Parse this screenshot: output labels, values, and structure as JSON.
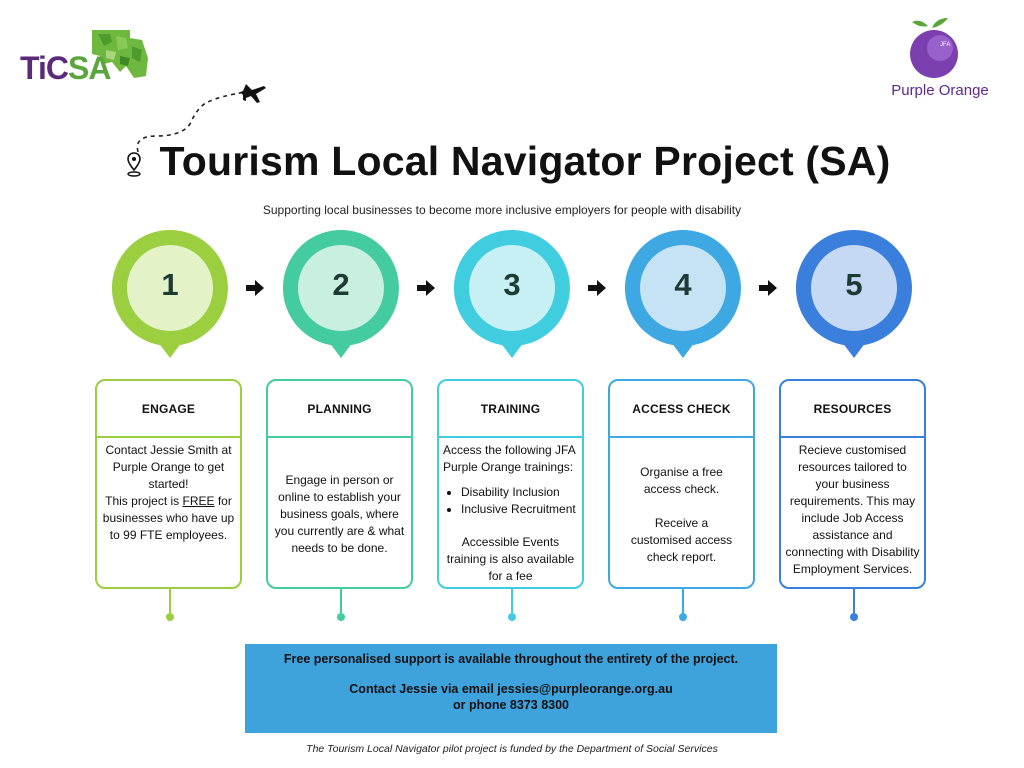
{
  "logos": {
    "ticsa": "TiCSA",
    "purple_orange": "Purple Orange",
    "jfa": "JFA"
  },
  "title": "Tourism Local Navigator Project (SA)",
  "subtitle": "Supporting local businesses to become more inclusive employers for people with disability",
  "steps": [
    {
      "number": "1",
      "heading": "ENGAGE",
      "color": "#9ccf3f",
      "inner": "#e3f3c7",
      "body_lines": [
        "Contact Jessie Smith at Purple Orange to get started!"
      ],
      "body_pre": "This project is ",
      "body_underline": "FREE",
      "body_post": " for businesses who have up to 99 FTE employees."
    },
    {
      "number": "2",
      "heading": "PLANNING",
      "color": "#45cba0",
      "inner": "#c9efe1",
      "body": "Engage in person or online to establish your business goals, where you currently are & what needs to be done."
    },
    {
      "number": "3",
      "heading": "TRAINING",
      "color": "#40cde0",
      "inner": "#c7f0f4",
      "intro": "Access the following JFA Purple Orange trainings:",
      "bullets": [
        "Disability Inclusion",
        "Inclusive Recruitment"
      ],
      "outro": "Accessible Events training is also available for a fee"
    },
    {
      "number": "4",
      "heading": "ACCESS CHECK",
      "color": "#3ea8e2",
      "inner": "#c6e3f6",
      "para1": "Organise a free access check.",
      "para2": "Receive a customised access check report."
    },
    {
      "number": "5",
      "heading": "RESOURCES",
      "color": "#3b7fdc",
      "inner": "#c5d9f5",
      "body": "Recieve customised resources tailored to your business requirements. This may include Job Access assistance and connecting with Disability Employment Services."
    }
  ],
  "contact": {
    "line1": "Free personalised support is available throughout the entirety of the project.",
    "line2": "Contact Jessie via email jessies@purpleorange.org.au",
    "line3": "or phone 8373 8300",
    "background": "#3ea2dd"
  },
  "funding_note": "The Tourism Local Navigator pilot project is funded by the Department of Social Services",
  "icons": [
    "map-pin-icon",
    "airplane-icon",
    "arrow-right-icon",
    "leaf-icon",
    "plum-icon"
  ]
}
